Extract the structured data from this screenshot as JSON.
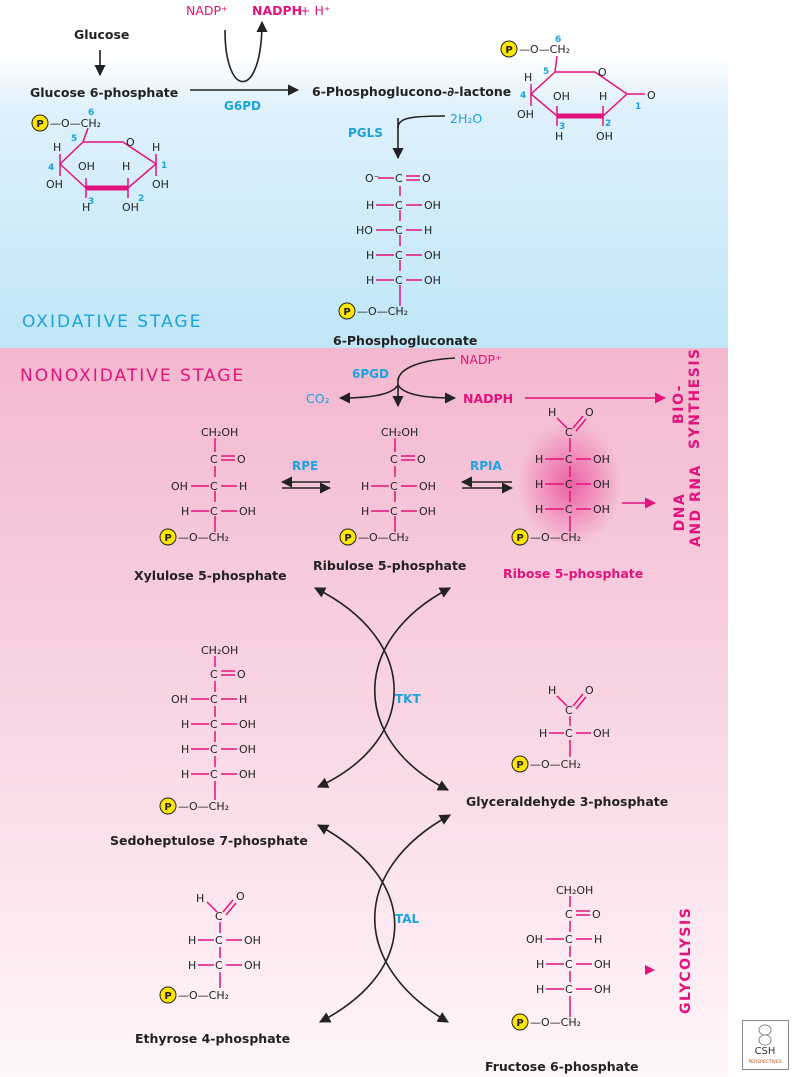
{
  "stages": {
    "oxidative": "OXIDATIVE STAGE",
    "nonoxidative": "NONOXIDATIVE STAGE"
  },
  "compounds": {
    "glucose": "Glucose",
    "g6p": "Glucose 6-phosphate",
    "pgl": "6-Phosphoglucono-∂-lactone",
    "pgluconate": "6-Phosphogluconate",
    "xu5p": "Xylulose 5-phosphate",
    "ru5p": "Ribulose 5-phosphate",
    "r5p": "Ribose 5-phosphate",
    "s7p": "Sedoheptulose 7-phosphate",
    "g3p": "Glyceraldehyde 3-phosphate",
    "e4p": "Ethyrose 4-phosphate",
    "f6p": "Fructose 6-phosphate"
  },
  "enzymes": {
    "g6pd": "G6PD",
    "pgls": "PGLS",
    "pgd": "6PGD",
    "rpe": "RPE",
    "rpia": "RPIA",
    "tkt": "TKT",
    "tal": "TAL"
  },
  "cofactors": {
    "nadp_top": "NADP⁺",
    "nadph_top": "NADPH",
    "h_top": " + H⁺",
    "water": "2H₂O",
    "nadp_mid": "NADP⁺",
    "co2": "CO₂",
    "nadph_mid": "NADPH"
  },
  "outputs": {
    "bio1": "BIO-",
    "bio2": "SYNTHESIS",
    "dna1": "DNA",
    "dna2": "AND RNA",
    "glycolysis": "GLYCOLYSIS"
  },
  "logo": {
    "line1": "CSH",
    "line2": "PERSPECTIVES"
  },
  "colors": {
    "magenta": "#e4127c",
    "cyan": "#1aa3dd",
    "phosphate": "#ffe600"
  }
}
